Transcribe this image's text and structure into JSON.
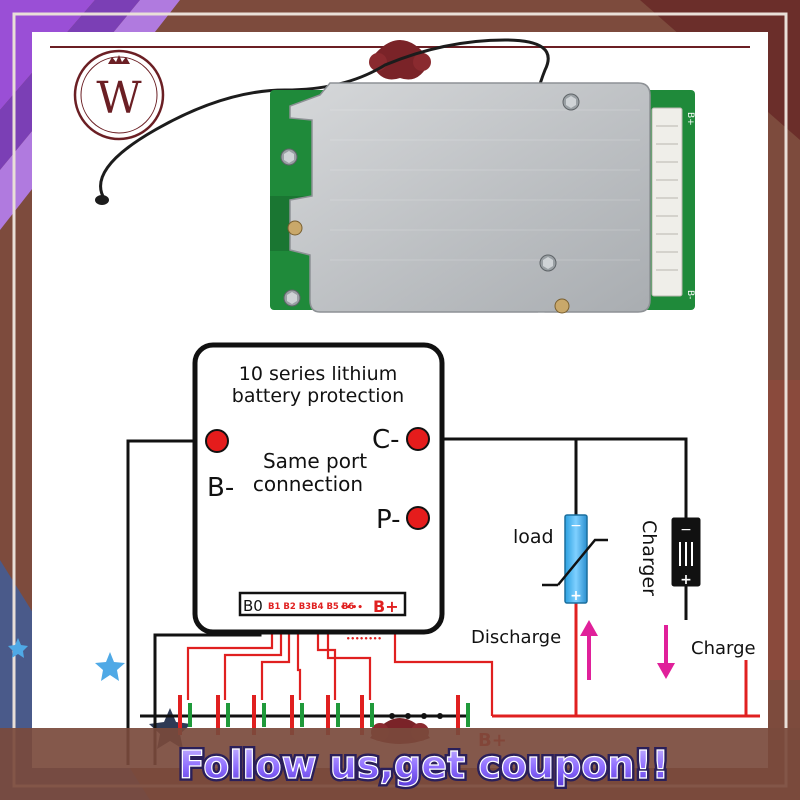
{
  "board": {
    "title_line1": "10 series lithium",
    "title_line2": "battery protection",
    "same_port_line1": "Same port",
    "same_port_line2": "connection",
    "terminal_bminus": "B-",
    "terminal_cminus": "C-",
    "terminal_pminus": "P-",
    "b0": "B0",
    "balance_pins": "B1 B2 B3B4 B5 B6",
    "dots": "••••",
    "bplus": "B+",
    "bottom_dots": "••••••••"
  },
  "load": {
    "label": "load",
    "plus": "+",
    "minus": "−"
  },
  "charger": {
    "label": "Charger",
    "plus": "+",
    "minus": "−"
  },
  "arrows": {
    "discharge": "Discharge",
    "charge": "Charge"
  },
  "battery": {
    "bplus_bottom": "B+"
  },
  "pcb": {
    "label_b_plus": "B+",
    "label_b_minus": "B-",
    "label_b_minus_2": "B-"
  },
  "logo": {
    "letter": "W"
  },
  "banner": {
    "text": "Follow us,get coupon!!"
  },
  "colors": {
    "wire_black": "#111111",
    "wire_red": "#e02020",
    "terminal": "#e51c1c",
    "arrow": "#e0209a",
    "pcb_green": "#1f8a3a",
    "banner_text": "#7a5cff",
    "logo_maroon": "#6b1f24"
  }
}
